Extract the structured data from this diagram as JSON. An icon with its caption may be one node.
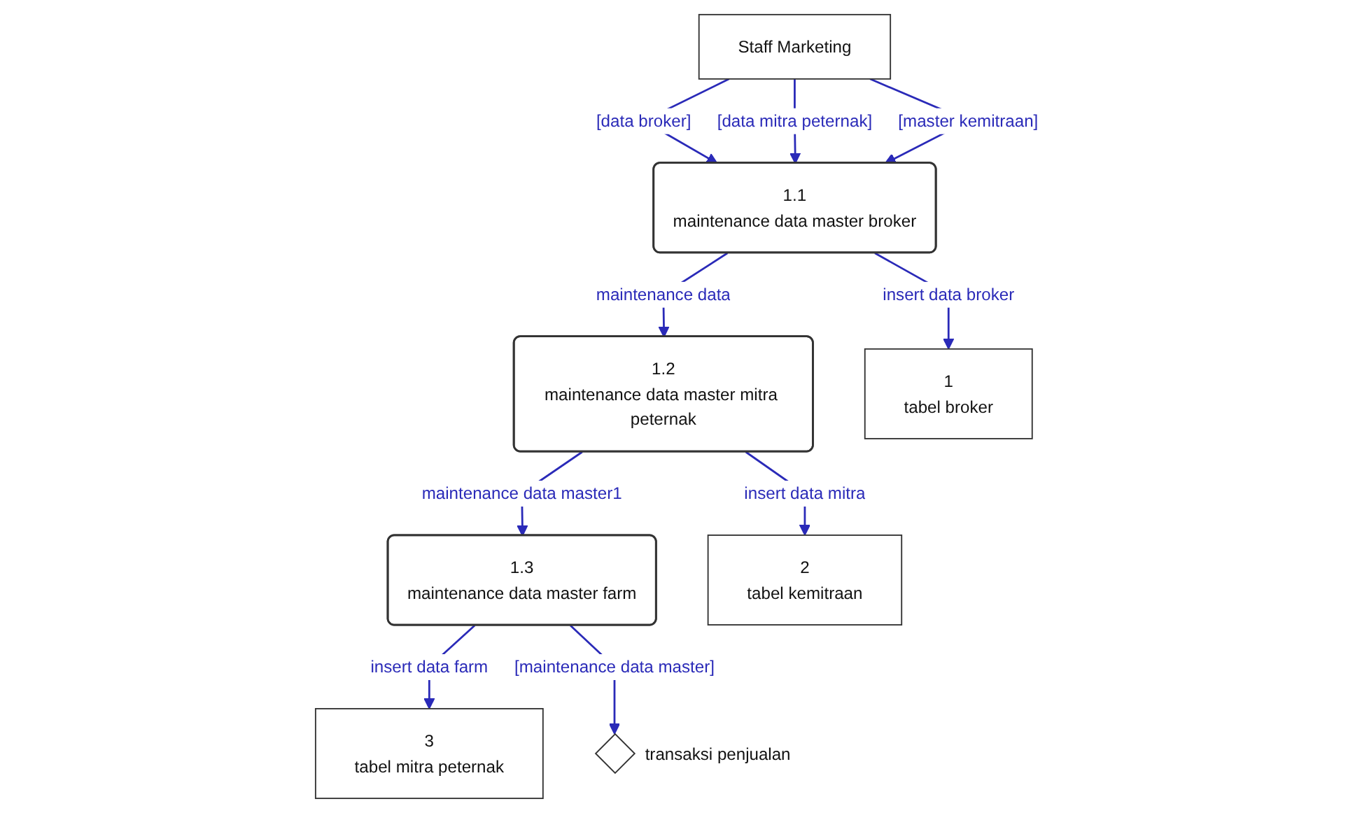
{
  "diagram": {
    "nodes": [
      {
        "text": [
          "Staff Marketing"
        ]
      },
      {
        "text": [
          "1.1",
          "maintenance data master broker"
        ]
      },
      {
        "text": [
          "1.2",
          "maintenance data master mitra peternak"
        ]
      },
      {
        "text": [
          "1.3",
          "maintenance data master farm"
        ]
      },
      {
        "text": [
          "1",
          "tabel broker"
        ]
      },
      {
        "text": [
          "2",
          "tabel kemitraan"
        ]
      },
      {
        "text": [
          "3",
          "tabel mitra peternak"
        ]
      },
      {
        "text": [],
        "shape": "diamond",
        "beside": [
          "transaksi penjualan"
        ]
      }
    ],
    "edges": [
      {
        "from": 0,
        "to": 1,
        "arrow": "to",
        "label": "[data broker]"
      },
      {
        "from": 0,
        "to": 1,
        "arrow": "to",
        "label": "[data mitra peternak]"
      },
      {
        "from": 0,
        "to": 1,
        "arrow": "to",
        "label": "[master kemitraan]"
      },
      {
        "from": 1,
        "to": 4,
        "arrow": "to",
        "label": "insert data broker"
      },
      {
        "from": 1,
        "to": 2,
        "arrow": "to",
        "label": "maintenance data"
      },
      {
        "from": 2,
        "to": 5,
        "arrow": "to",
        "label": "insert data mitra"
      },
      {
        "from": 2,
        "to": 3,
        "arrow": "to",
        "label": "maintenance data master1"
      },
      {
        "from": 3,
        "to": 6,
        "arrow": "to",
        "label": "insert data farm"
      },
      {
        "from": 3,
        "to": 7,
        "arrow": "to",
        "label": "[maintenance data master]"
      }
    ]
  }
}
